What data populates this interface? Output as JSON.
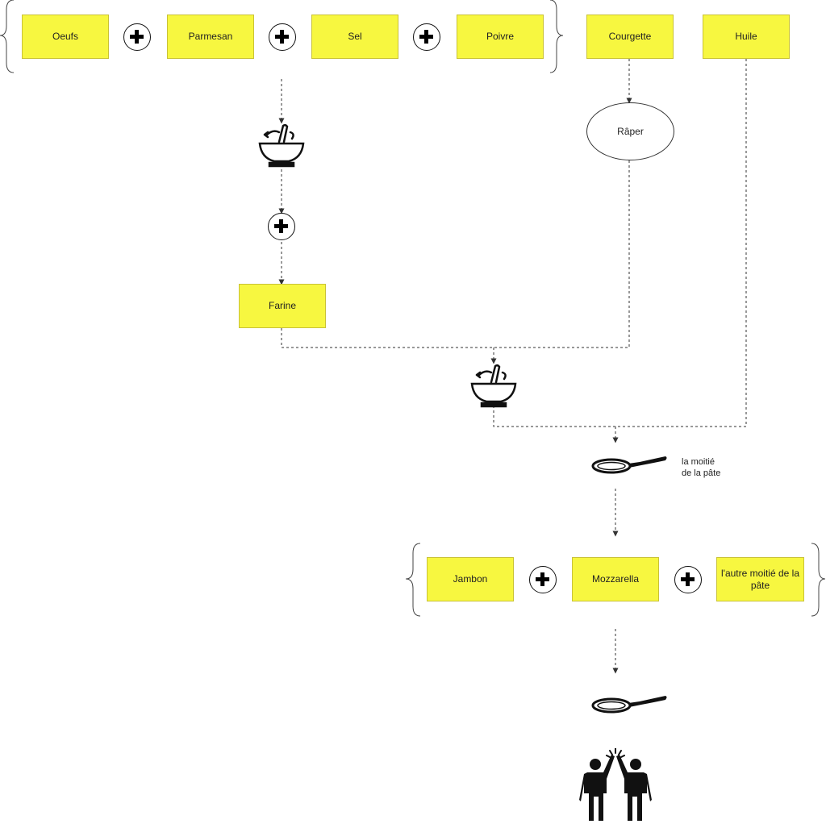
{
  "ingredients_top": {
    "oeufs": "Oeufs",
    "parmesan": "Parmesan",
    "sel": "Sel",
    "poivre": "Poivre",
    "courgette": "Courgette",
    "huile": "Huile"
  },
  "steps": {
    "raper": "Râper",
    "farine": "Farine",
    "half_batter_note_line1": "la moitié",
    "half_batter_note_line2": "de la pâte"
  },
  "filling": {
    "jambon": "Jambon",
    "mozzarella": "Mozzarella",
    "other_half": "l'autre moitié de la pâte"
  },
  "icons": [
    "mixing-bowl-icon",
    "frying-pan-icon",
    "high-five-icon",
    "plus-icon"
  ],
  "colors": {
    "ingredient_fill": "#f7f740",
    "connector": "#333333"
  }
}
